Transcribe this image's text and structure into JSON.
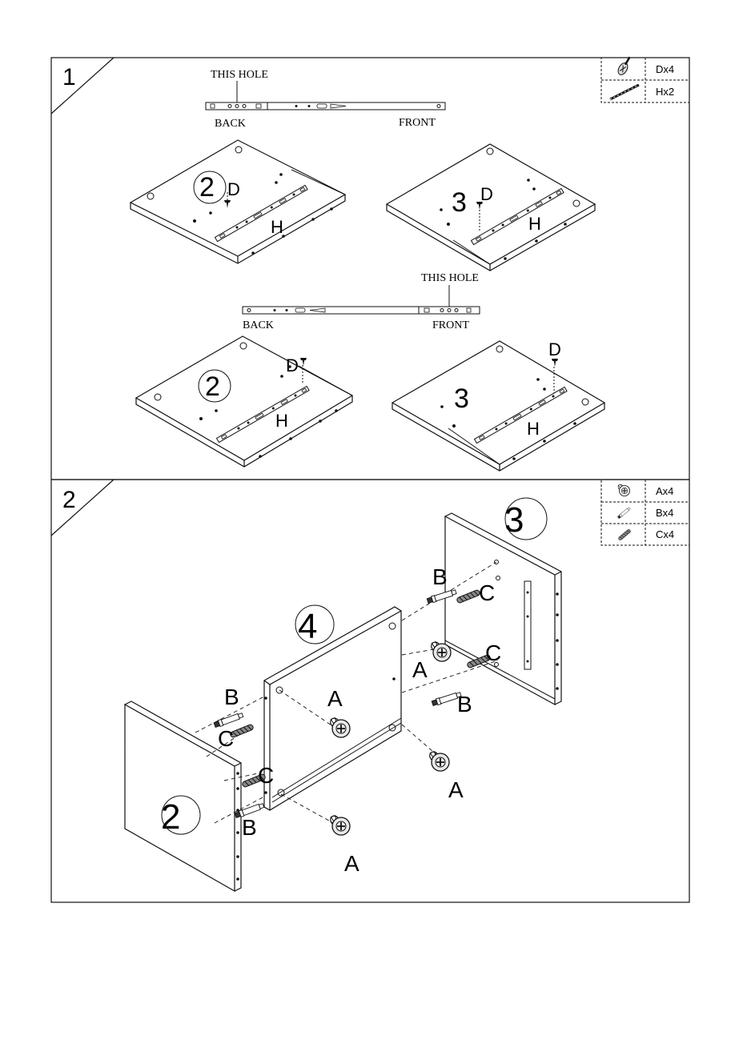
{
  "step1": {
    "number": "1",
    "parts": [
      {
        "icon": "screw-icon",
        "label": "Dx4"
      },
      {
        "icon": "drawer-slide-icon",
        "label": "Hx2"
      }
    ],
    "rail_top": {
      "hole_label": "THIS HOLE",
      "back": "BACK",
      "front": "FRONT"
    },
    "rail_bottom": {
      "hole_label": "THIS HOLE",
      "back": "BACK",
      "front": "FRONT"
    },
    "panels": [
      {
        "number": "2",
        "screw": "D",
        "slide": "H"
      },
      {
        "number": "3",
        "screw": "D",
        "slide": "H"
      },
      {
        "number": "2",
        "screw": "D",
        "slide": "H"
      },
      {
        "number": "3",
        "screw": "D",
        "slide": "H"
      }
    ]
  },
  "step2": {
    "number": "2",
    "parts": [
      {
        "icon": "cam-lock-icon",
        "label": "Ax4"
      },
      {
        "icon": "cam-bolt-icon",
        "label": "Bx4"
      },
      {
        "icon": "wood-dowel-icon",
        "label": "Cx4"
      }
    ],
    "panel_left": "2",
    "panel_middle": "4",
    "panel_right": "3",
    "labels": {
      "a1": "A",
      "a2": "A",
      "a3": "A",
      "a4": "A",
      "b1": "B",
      "b2": "B",
      "b3": "B",
      "b4": "B",
      "c1": "C",
      "c2": "C",
      "c3": "C",
      "c4": "C"
    }
  }
}
